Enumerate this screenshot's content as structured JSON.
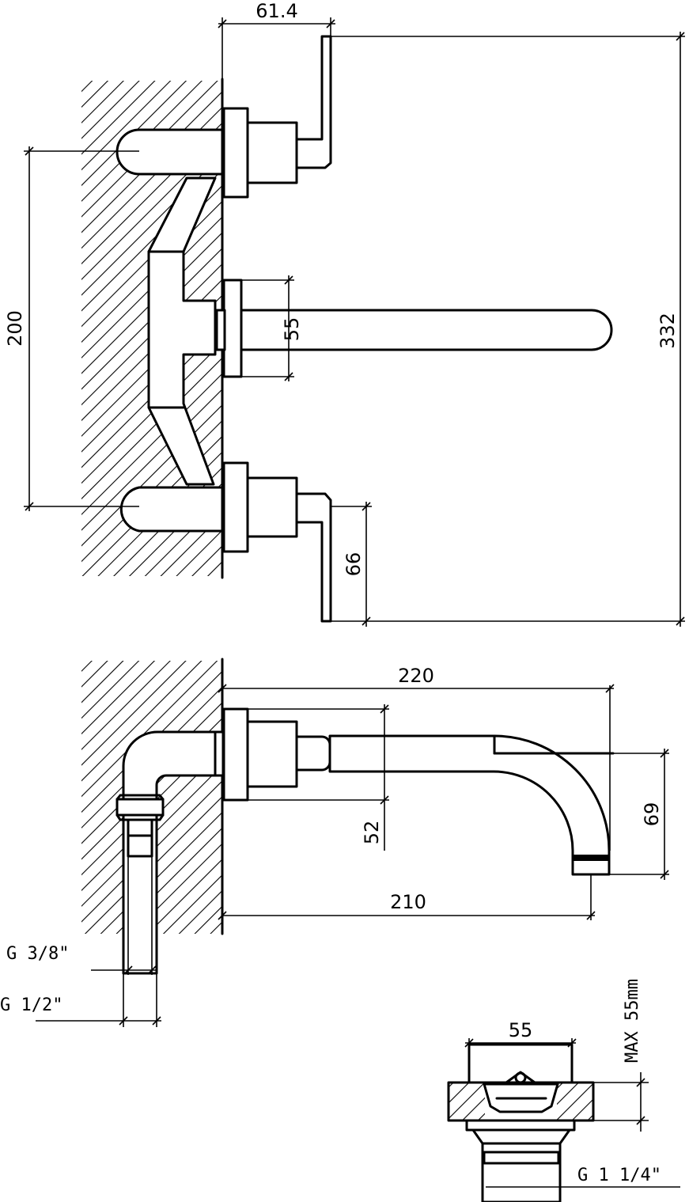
{
  "top_view": {
    "dimensions": {
      "width_top": "61.4",
      "height_total": "332",
      "centers_vertical": "200",
      "rosette": "55",
      "handle": "66"
    }
  },
  "side_view": {
    "dimensions": {
      "spout_total": "220",
      "spout_projection": "210",
      "rosette": "52",
      "spout_drop": "69"
    },
    "threads": {
      "inlet_small": "G 3/8\"",
      "inlet_large": "G 1/2\""
    }
  },
  "drain_view": {
    "dimensions": {
      "width": "55",
      "max_thickness": "MAX 55mm"
    },
    "thread": "G 1 1/4\""
  }
}
